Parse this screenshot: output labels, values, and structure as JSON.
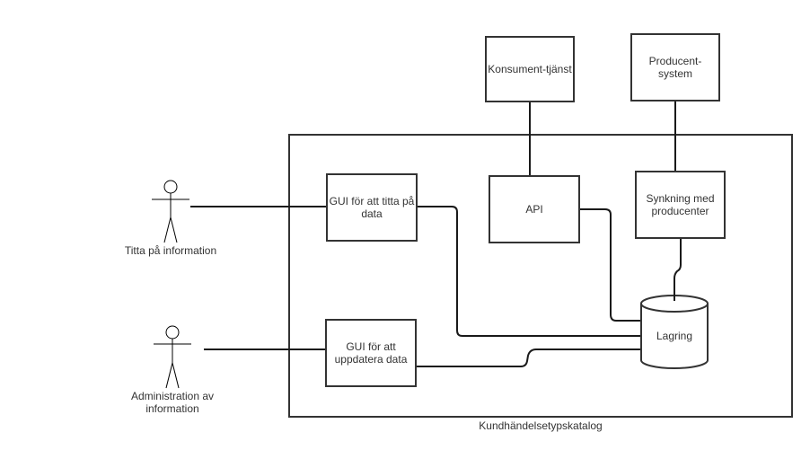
{
  "diagram": {
    "container": {
      "label": "Kundhändelsetypskatalog"
    },
    "actors": [
      {
        "id": "viewer",
        "label": "Titta på information"
      },
      {
        "id": "admin",
        "label": "Administration av information"
      }
    ],
    "nodes": {
      "consumer_service": "Konsument-tjänst",
      "producer_system": "Producent-system",
      "gui_view": "GUI för att titta på data",
      "gui_update": "GUI för att uppdatera data",
      "api": "API",
      "sync": "Synkning med producenter",
      "storage": "Lagring"
    },
    "edges": [
      {
        "from": "viewer",
        "to": "gui_view"
      },
      {
        "from": "admin",
        "to": "gui_update"
      },
      {
        "from": "consumer_service",
        "to": "api"
      },
      {
        "from": "producer_system",
        "to": "sync"
      },
      {
        "from": "gui_view",
        "to": "storage"
      },
      {
        "from": "gui_update",
        "to": "storage"
      },
      {
        "from": "api",
        "to": "storage"
      },
      {
        "from": "sync",
        "to": "storage"
      }
    ]
  }
}
